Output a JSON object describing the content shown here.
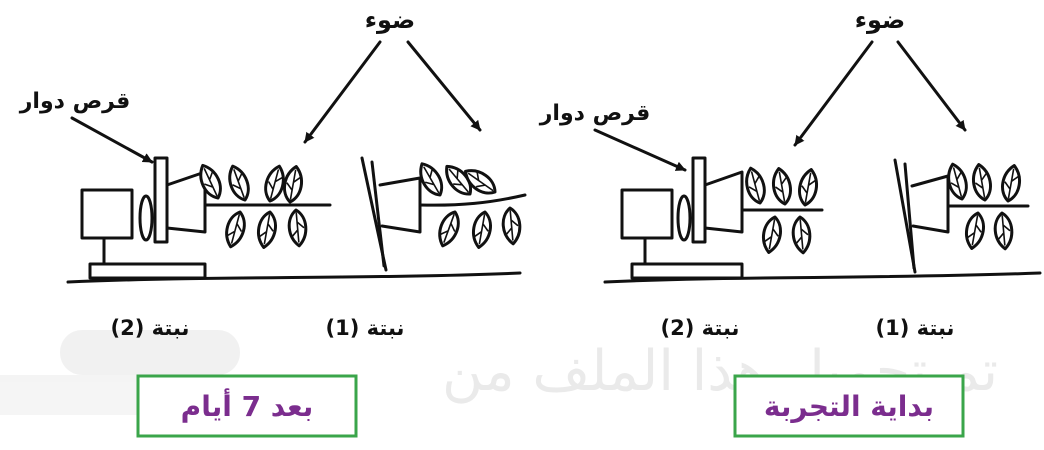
{
  "watermark": "تم تحميل هذا الملف من",
  "panels": [
    {
      "light_label": "ضوء",
      "disc_label": "قرص دوار",
      "plant_left_label": "نبتة (2)",
      "plant_right_label": "نبتة (1)",
      "stage_label": "بعد 7 أيام"
    },
    {
      "light_label": "ضوء",
      "disc_label": "قرص دوار",
      "plant_left_label": "نبتة (2)",
      "plant_right_label": "نبتة (1)",
      "stage_label": "بداية التجربة"
    }
  ],
  "colors": {
    "stage_label_text": "#7b2d8e",
    "stage_box_border": "#3aa54a",
    "line_art": "#111111",
    "watermark": "#d9d9d9"
  }
}
